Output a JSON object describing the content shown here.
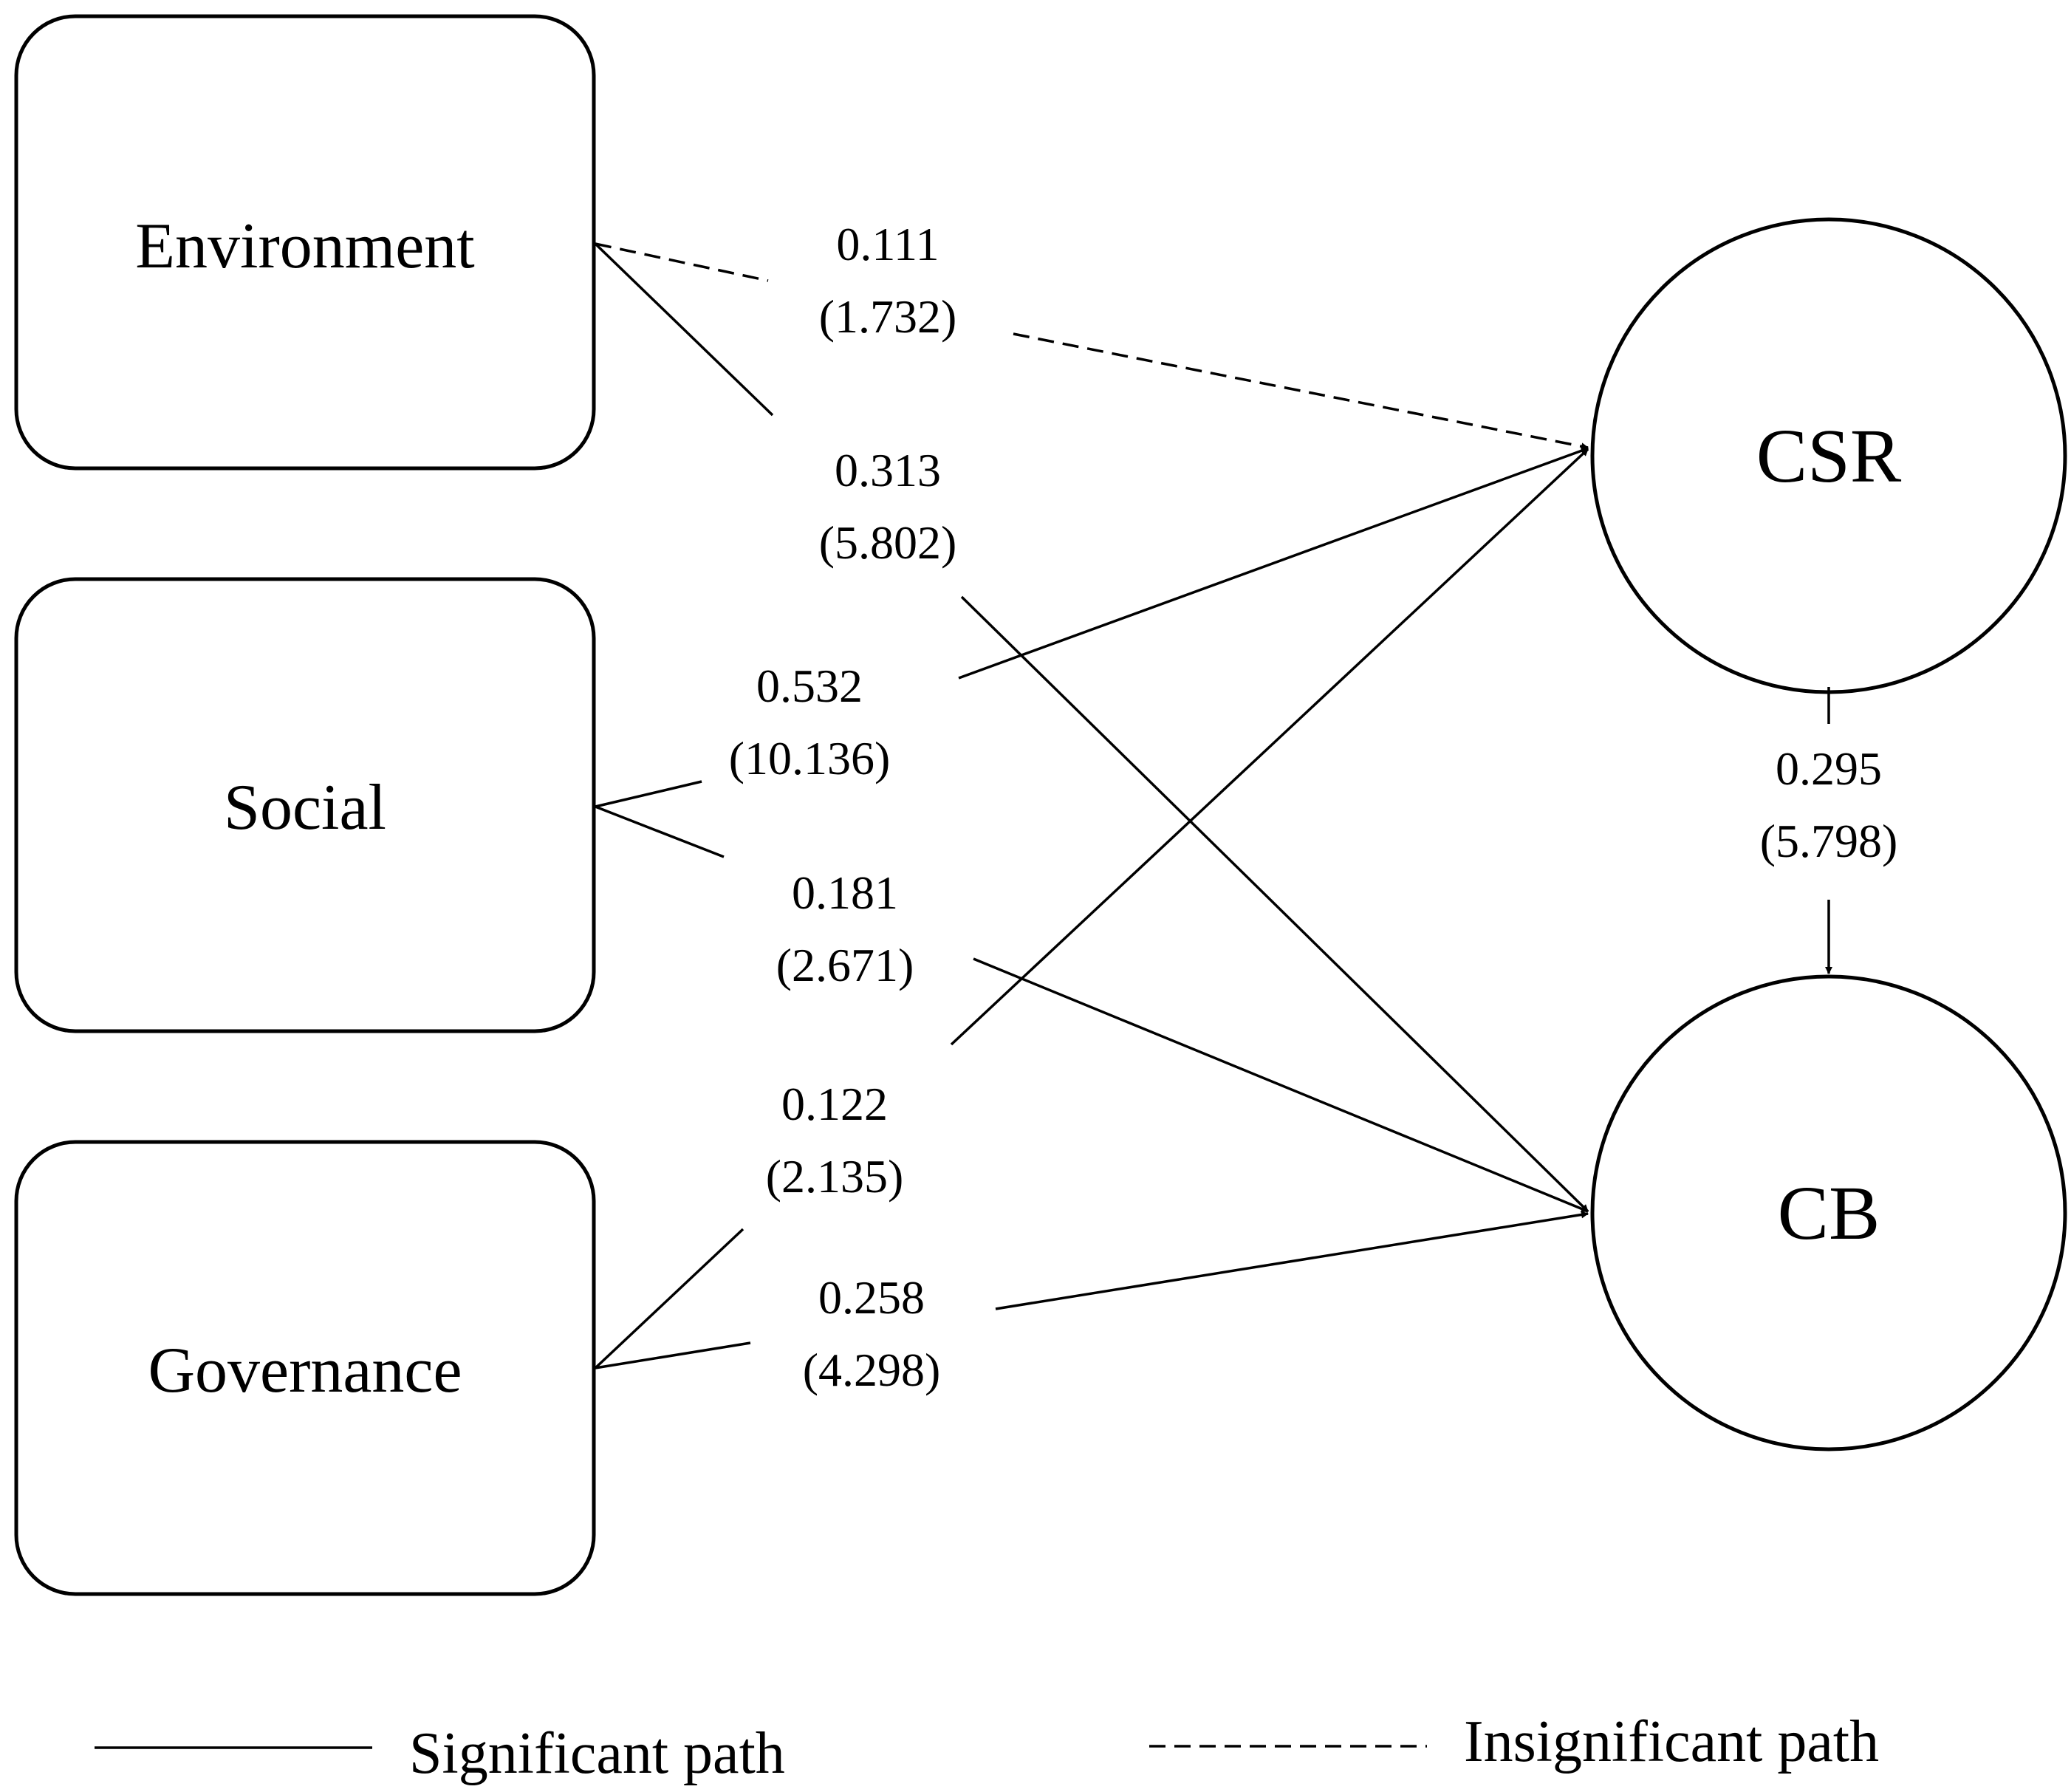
{
  "nodes": {
    "environment": "Environment",
    "social": "Social",
    "governance": "Governance",
    "csr": "CSR",
    "cb": "CB"
  },
  "paths": {
    "env_csr": {
      "coef": "0.111",
      "t": "(1.732)",
      "significant": false
    },
    "env_cb": {
      "coef": "0.313",
      "t": "(5.802)",
      "significant": true
    },
    "soc_csr": {
      "coef": "0.532",
      "t": "(10.136)",
      "significant": true
    },
    "soc_cb": {
      "coef": "0.181",
      "t": "(2.671)",
      "significant": true
    },
    "gov_csr": {
      "coef": "0.122",
      "t": "(2.135)",
      "significant": true
    },
    "gov_cb": {
      "coef": "0.258",
      "t": "(4.298)",
      "significant": true
    },
    "csr_cb": {
      "coef": "0.295",
      "t": "(5.798)",
      "significant": true
    }
  },
  "legend": {
    "significant": "Significant path",
    "insignificant": "Insignificant path"
  }
}
